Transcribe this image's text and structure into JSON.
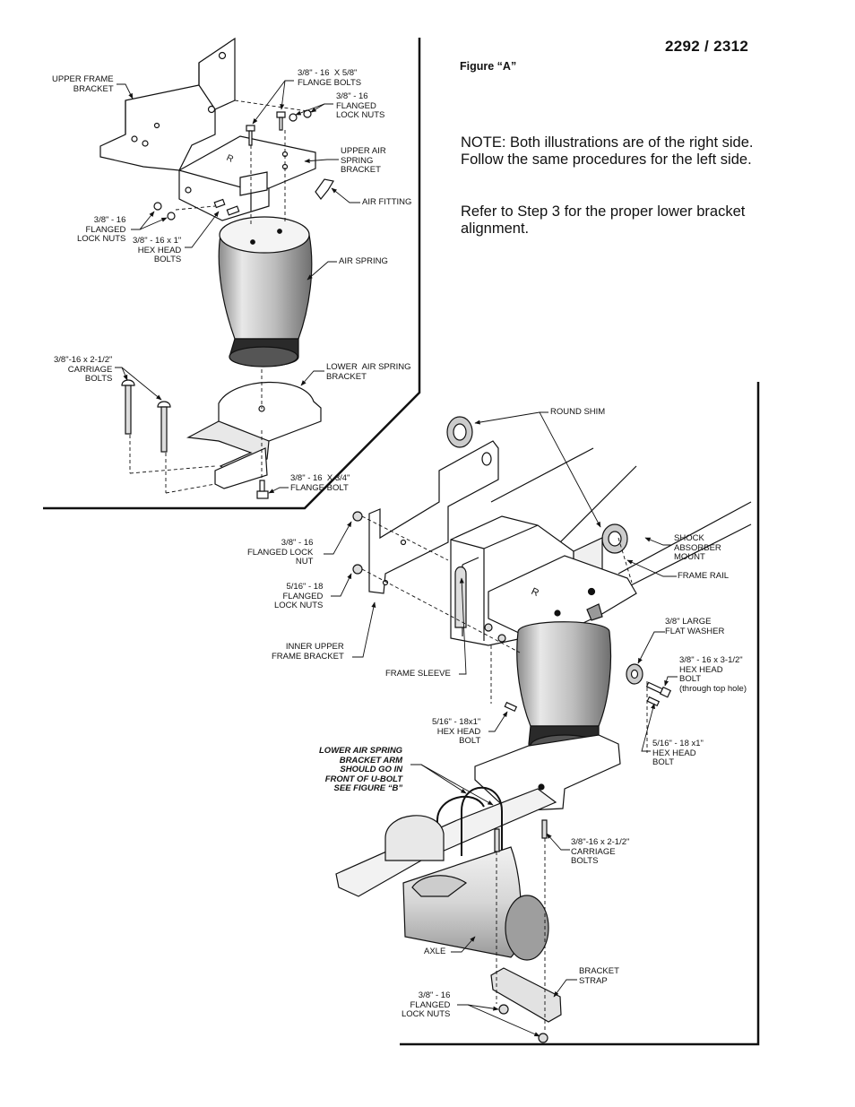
{
  "header": {
    "doc_number": "2292 / 2312",
    "figure_label": "Figure “A”"
  },
  "notes": {
    "note": "NOTE: Both illustrations are of the right side. Follow the same procedures for the left side.",
    "refer": "Refer to Step 3 for the proper lower bracket alignment."
  },
  "figure_a": {
    "upper_frame_bracket": "UPPER FRAME\nBRACKET",
    "flange_bolts": "3/8\" - 16  X 5/8\"\nFLANGE BOLTS",
    "flanged_lock_nuts_top": "3/8\" - 16\nFLANGED\nLOCK NUTS",
    "upper_air_spring_bracket": "UPPER AIR\nSPRING\nBRACKET",
    "air_fitting": "AIR FITTING",
    "flanged_lock_nuts_left": "3/8\" - 16\nFLANGED\nLOCK NUTS",
    "hex_head_bolts": "3/8\" - 16 x 1\"\nHEX HEAD\nBOLTS",
    "air_spring": "AIR SPRING",
    "carriage_bolts": "3/8\"-16 x 2-1/2\"\nCARRIAGE\nBOLTS",
    "lower_air_spring_bracket": "LOWER  AIR SPRING\nBRACKET",
    "flange_bolt": "3/8\" - 16  X 3/4\"\nFLANGE BOLT"
  },
  "figure_b": {
    "round_shim": "ROUND SHIM",
    "shock_absorber_mount": "SHOCK\nABSORBER\nMOUNT",
    "frame_rail": "FRAME RAIL",
    "flanged_lock_nut": "3/8\" - 16\nFLANGED LOCK\nNUT",
    "flanged_lock_nuts_516": "5/16\" - 18\nFLANGED\nLOCK NUTS",
    "large_flat_washer": "3/8\" LARGE\nFLAT WASHER",
    "hex_head_bolt_top": "3/8\" - 16 x 3-1/2\"\nHEX HEAD\nBOLT\n(through top hole)",
    "inner_upper_frame_bracket": "INNER UPPER\nFRAME BRACKET",
    "frame_sleeve": "FRAME SLEEVE",
    "hex_head_bolt_left": "5/16\" - 18x1\"\nHEX HEAD\nBOLT",
    "hex_head_bolt_right": "5/16\" - 18 x1\"\nHEX HEAD\nBOLT",
    "arm_note": "LOWER AIR SPRING\nBRACKET ARM\nSHOULD GO IN\nFRONT OF U-BOLT\nSEE FIGURE “B”",
    "carriage_bolts": "3/8\"-16 x 2-1/2\"\nCARRIAGE\nBOLTS",
    "axle": "AXLE",
    "bracket_strap": "BRACKET\nSTRAP",
    "flanged_lock_nuts_bottom": "3/8\" - 16\nFLANGED\nLOCK NUTS"
  },
  "icons": {
    "side_mark": "R"
  }
}
